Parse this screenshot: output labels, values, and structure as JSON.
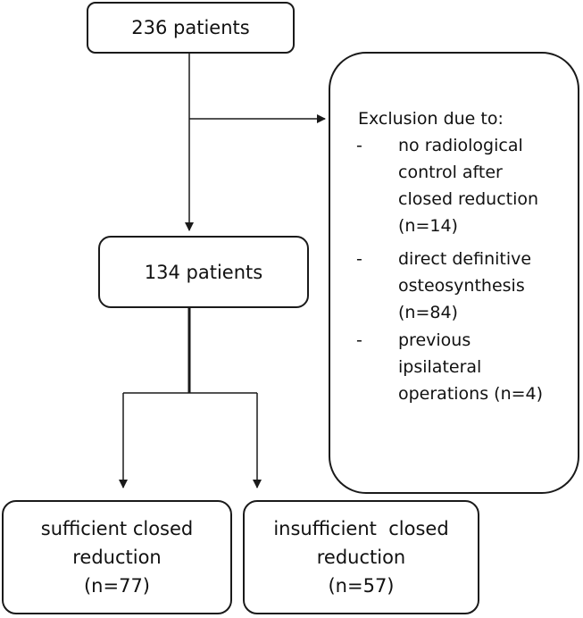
{
  "top_box": {
    "text": "236 patients"
  },
  "middle_box": {
    "text": "134 patients"
  },
  "exclusion": {
    "title": "Exclusion due to:",
    "bullet": "-",
    "criteria": [
      {
        "lines": [
          "no radiological",
          "control after",
          "closed reduction",
          "(n=14)"
        ]
      },
      {
        "lines": [
          "direct definitive",
          "osteosynthesis",
          "(n=84)"
        ]
      },
      {
        "lines": [
          "previous",
          "ipsilateral",
          "operations (n=4)"
        ]
      }
    ]
  },
  "outcomes": {
    "sufficient": {
      "lines": [
        "sufficient closed",
        "reduction",
        "(n=77)"
      ]
    },
    "insufficient": {
      "lines": [
        "insufficient  closed",
        "reduction",
        "(n=57)"
      ]
    }
  }
}
